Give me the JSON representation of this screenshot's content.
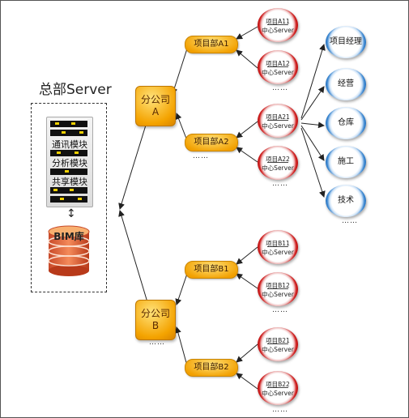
{
  "hq": {
    "title": "总部Server",
    "modules": [
      "通讯模块",
      "分析模块",
      "共享模块"
    ],
    "arrow": "↕",
    "db_label": "BIM库"
  },
  "branches": [
    {
      "line1": "分公司",
      "line2": "A",
      "dots": ""
    },
    {
      "line1": "分公司",
      "line2": "B",
      "dots": "……"
    }
  ],
  "depts": [
    {
      "label": "项目部A1",
      "dots": ""
    },
    {
      "label": "项目部A2",
      "dots": "……"
    },
    {
      "label": "项目部B1",
      "dots": ""
    },
    {
      "label": "项目部B2",
      "dots": ""
    }
  ],
  "centers": [
    {
      "line1": "项目A11",
      "line2": "中心Server",
      "dots": ""
    },
    {
      "line1": "项目A12",
      "line2": "中心Server",
      "dots": "……"
    },
    {
      "line1": "项目A21",
      "line2": "中心Server",
      "dots": ""
    },
    {
      "line1": "项目A22",
      "line2": "中心Server",
      "dots": "……"
    },
    {
      "line1": "项目B11",
      "line2": "中心Server",
      "dots": ""
    },
    {
      "line1": "项目B12",
      "line2": "中心Server",
      "dots": "……"
    },
    {
      "line1": "项目B21",
      "line2": "中心Server",
      "dots": ""
    },
    {
      "line1": "项目B22",
      "line2": "中心Server",
      "dots": "……"
    }
  ],
  "roles": [
    {
      "label": "项目经理"
    },
    {
      "label": "经营"
    },
    {
      "label": "仓库"
    },
    {
      "label": "施工"
    },
    {
      "label": "技术"
    }
  ],
  "roles_dots": "……",
  "colors": {
    "branch": "#f4a300",
    "center_ring": "#c81e1e",
    "role_ring": "#2f7cc8"
  }
}
